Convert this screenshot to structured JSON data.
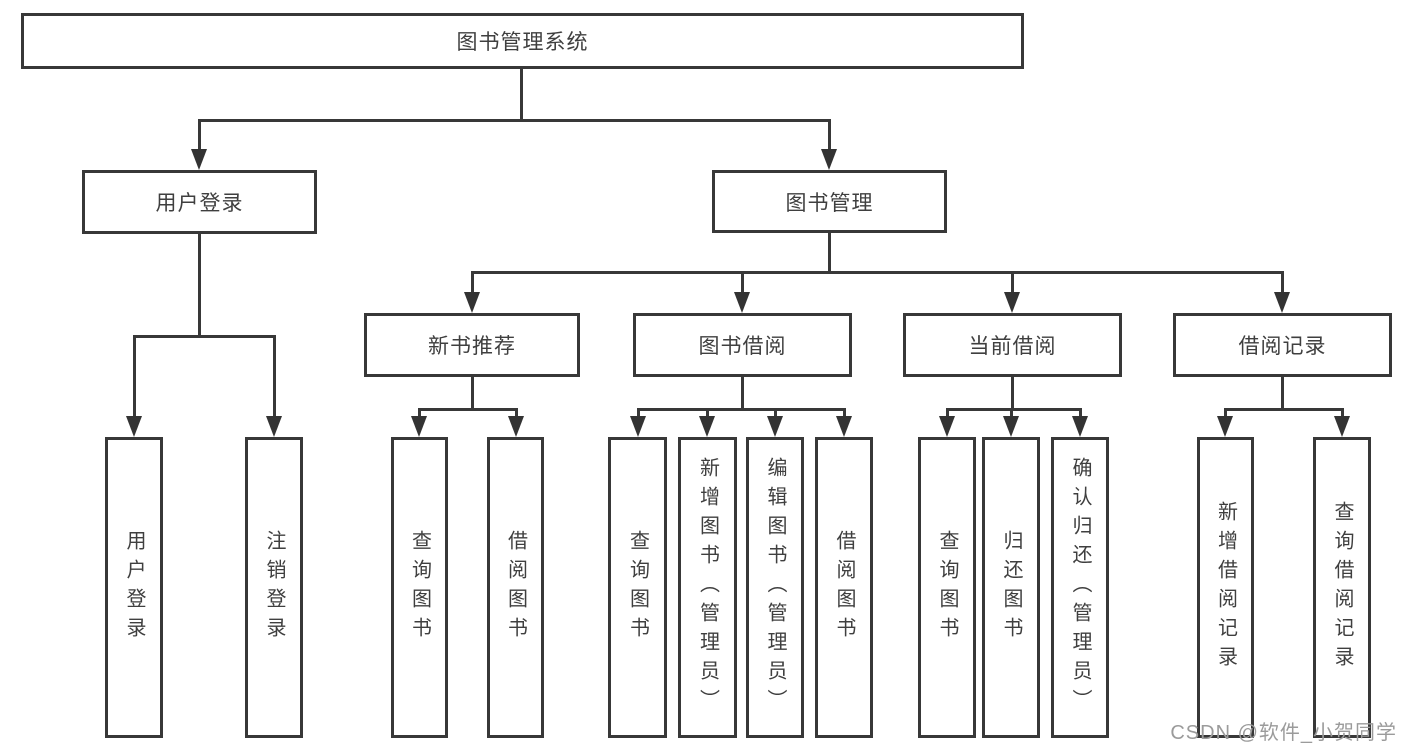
{
  "diagram": {
    "root": {
      "label": "图书管理系统"
    },
    "user_login": {
      "label": "用户登录",
      "children": [
        {
          "label": "用户登录"
        },
        {
          "label": "注销登录"
        }
      ]
    },
    "book_management": {
      "label": "图书管理",
      "sections": [
        {
          "label": "新书推荐",
          "children": [
            {
              "label": "查询图书"
            },
            {
              "label": "借阅图书"
            }
          ]
        },
        {
          "label": "图书借阅",
          "children": [
            {
              "label": "查询图书"
            },
            {
              "label": "新增图书（管理员）"
            },
            {
              "label": "编辑图书（管理员）"
            },
            {
              "label": "借阅图书"
            }
          ]
        },
        {
          "label": "当前借阅",
          "children": [
            {
              "label": "查询图书"
            },
            {
              "label": "归还图书"
            },
            {
              "label": "确认归还（管理员）"
            }
          ]
        },
        {
          "label": "借阅记录",
          "children": [
            {
              "label": "新增借阅记录"
            },
            {
              "label": "查询借阅记录"
            }
          ]
        }
      ]
    }
  },
  "watermark": {
    "text": "CSDN @软件_小贺同学"
  },
  "colors": {
    "line": "#383838",
    "text": "#3f3f3f",
    "watermark": "#9b9b9b",
    "background": "#ffffff"
  }
}
